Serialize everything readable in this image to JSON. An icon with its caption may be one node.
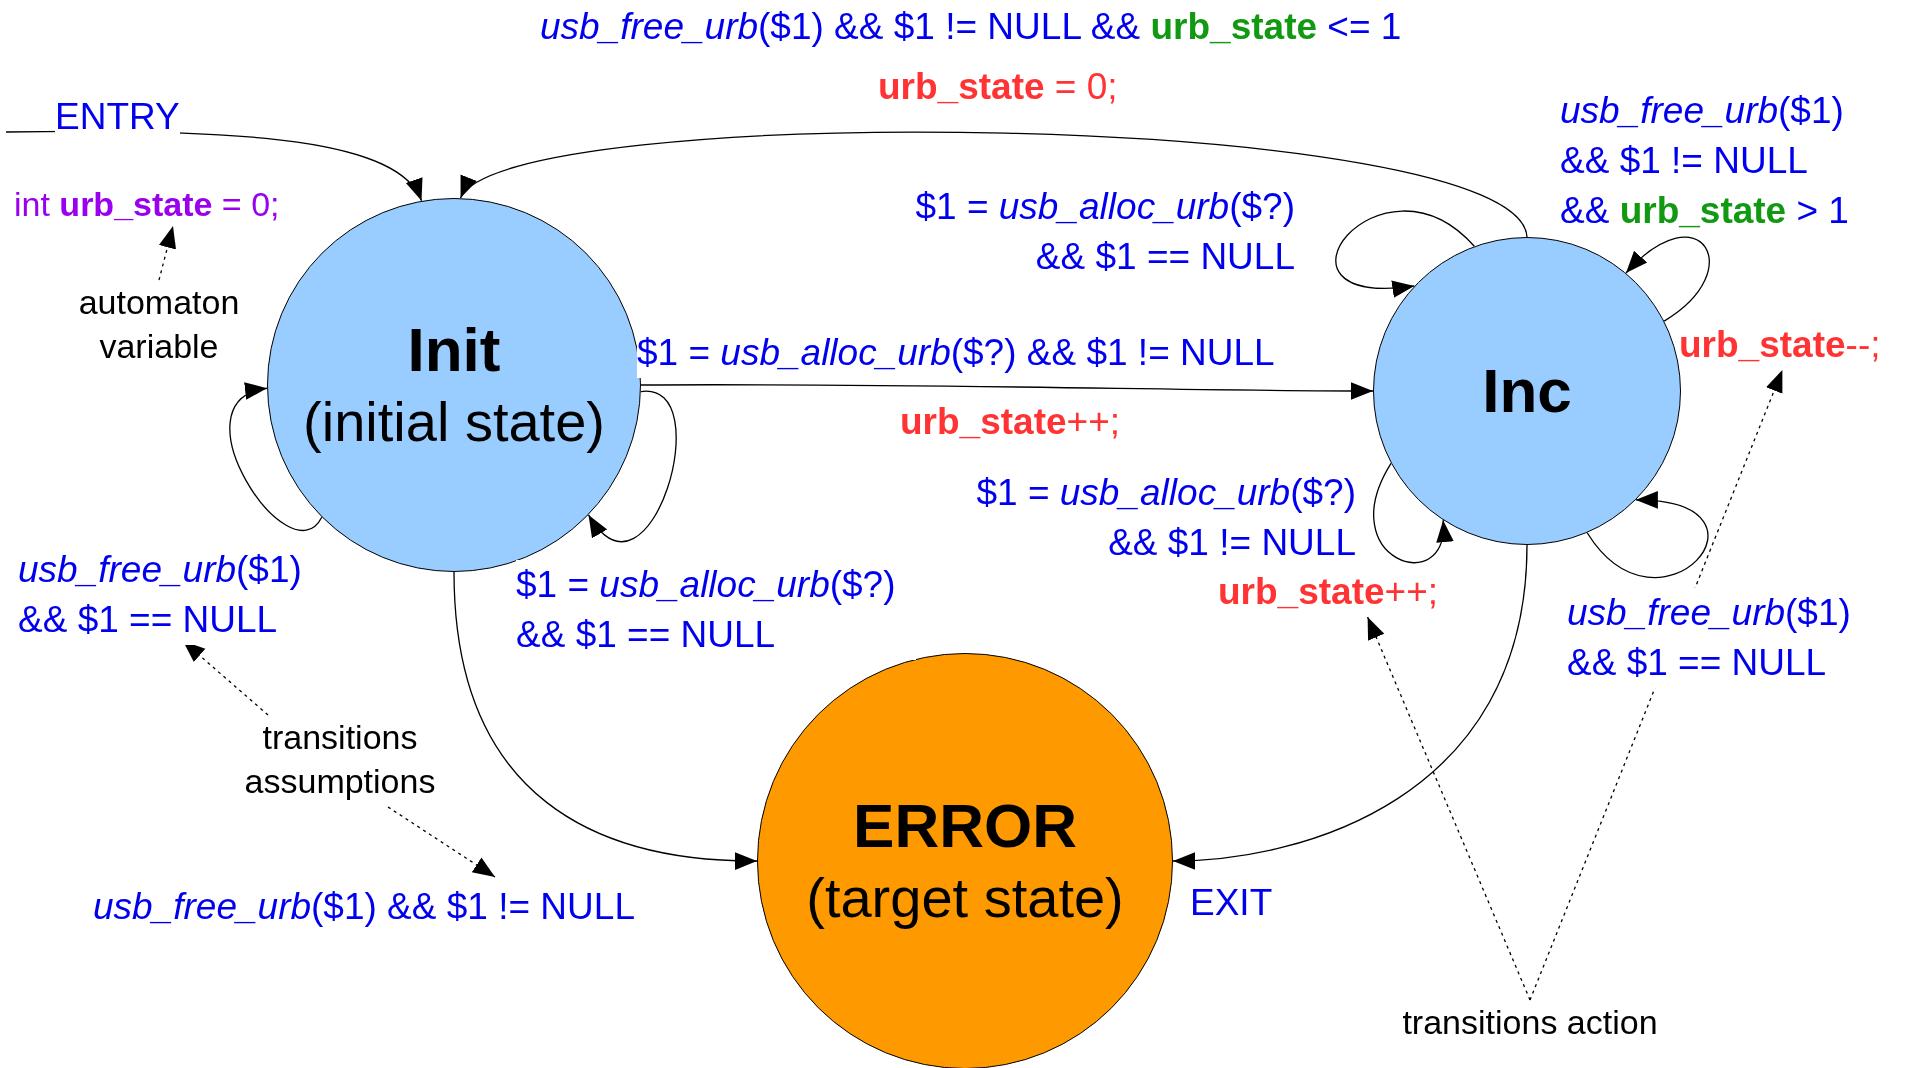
{
  "diagram": {
    "nodes": [
      {
        "text": [
          "Init",
          "(initial state)"
        ]
      },
      {
        "text": [
          "Inc"
        ]
      },
      {
        "text": [
          "ERROR",
          "(target state)"
        ]
      },
      {
        "text": [
          "int **urb_state** = 0;"
        ]
      },
      {
        "text": [
          "automaton variable"
        ]
      },
      {
        "text": [
          "transitions assumptions"
        ]
      },
      {
        "text": [
          "transitions action"
        ]
      },
      {
        "text": [
          "**urb_state**++;"
        ]
      },
      {
        "text": [
          "**urb_state**--;"
        ]
      }
    ],
    "edges": [
      {
        "from": null,
        "to": 0,
        "arrow": "to",
        "label": "ENTRY"
      },
      {
        "from": 1,
        "to": 0,
        "arrow": "to",
        "label": "*usb_free_urb*($1) && $1 != NULL && **urb_state** <= 1"
      },
      {
        "from": 0,
        "to": 0,
        "arrow": "to",
        "label": "*usb_free_urb*($1) && $1 == NULL"
      },
      {
        "from": 0,
        "to": 0,
        "arrow": "to",
        "label": "$1 = *usb_alloc_urb*($?) && $1 == NULL"
      },
      {
        "from": 0,
        "to": 1,
        "arrow": "to",
        "label": "$1 = *usb_alloc_urb*($?) && $1 != NULL"
      },
      {
        "from": 0,
        "to": 2,
        "arrow": "to",
        "label": "*usb_free_urb*($1) && $1 != NULL"
      },
      {
        "from": 1,
        "to": 1,
        "arrow": "to",
        "label": "$1 = *usb_alloc_urb*($?) && $1 == NULL"
      },
      {
        "from": 1,
        "to": 1,
        "arrow": "to",
        "label": "*usb_free_urb*($1) && $1 != NULL && **urb_state** > 1"
      },
      {
        "from": 1,
        "to": 1,
        "arrow": "to",
        "label": "$1 = *usb_alloc_urb*($?) && $1 != NULL"
      },
      {
        "from": 1,
        "to": 1,
        "arrow": "to",
        "label": "*usb_free_urb*($1) && $1 == NULL"
      },
      {
        "from": 1,
        "to": 2,
        "arrow": "to",
        "label": "EXIT"
      },
      {
        "from": 4,
        "to": 3,
        "arrow": "to",
        "style": "dashed"
      },
      {
        "from": 5,
        "to": null,
        "arrow": "to",
        "style": "dashed"
      },
      {
        "from": 5,
        "to": null,
        "arrow": "to",
        "style": "dashed"
      },
      {
        "from": 6,
        "to": 7,
        "arrow": "to",
        "style": "dashed"
      },
      {
        "from": 6,
        "to": 8,
        "arrow": "to",
        "style": "dashed"
      }
    ],
    "labels": [
      "**urb_state** = 0;",
      "**urb_state**++;"
    ]
  }
}
